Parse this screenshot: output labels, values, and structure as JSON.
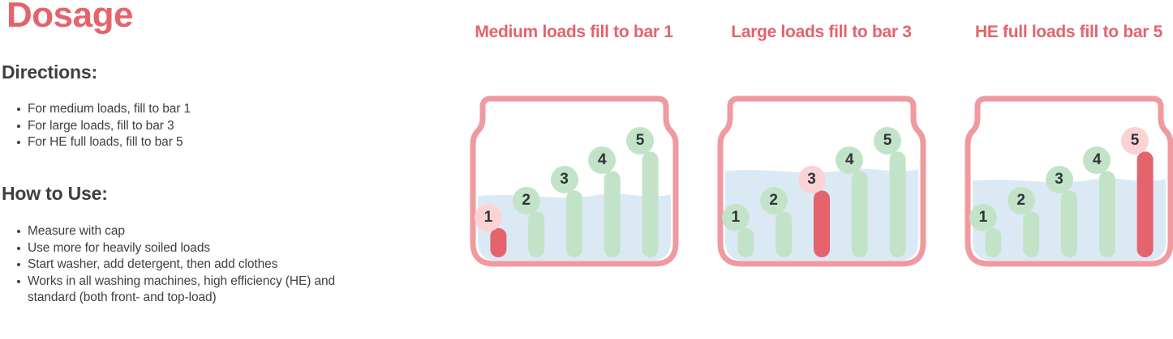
{
  "page": {
    "title": "Dosage",
    "title_color": "#e4636c",
    "text_color": "#3f3f40",
    "background": "#ffffff"
  },
  "directions": {
    "heading": "Directions:",
    "items": [
      "For medium loads, fill to bar 1",
      "For large loads, fill to bar 3",
      "For HE full loads, fill to bar 5"
    ]
  },
  "how_to_use": {
    "heading": "How to Use:",
    "items": [
      "Measure with cap",
      "Use more for heavily soiled loads",
      "Start washer, add detergent, then add clothes",
      "Works in all washing machines, high efficiency (HE) and standard (both front- and top-load)"
    ]
  },
  "colors": {
    "coral": "#e4636c",
    "cup_outline": "#f09a9f",
    "liquid": "#dbe9f5",
    "bar_green": "#c3e3c8",
    "bar_red": "#e4636c",
    "badge_green": "#c3e3c8",
    "badge_pink": "#fbd3d5",
    "badge_text": "#2f3436"
  },
  "panels": [
    {
      "id": "medium-loads",
      "title": "Medium loads fill to bar 1",
      "fill_to_bar": 1,
      "liquid_level_pct": 44,
      "bars": [
        {
          "label": "1",
          "height_pct": 21,
          "highlighted": true
        },
        {
          "label": "2",
          "height_pct": 33,
          "highlighted": false
        },
        {
          "label": "3",
          "height_pct": 48,
          "highlighted": false
        },
        {
          "label": "4",
          "height_pct": 62,
          "highlighted": false
        },
        {
          "label": "5",
          "height_pct": 76,
          "highlighted": false
        }
      ]
    },
    {
      "id": "large-loads",
      "title": "Large loads fill to bar 3",
      "fill_to_bar": 3,
      "liquid_level_pct": 62,
      "bars": [
        {
          "label": "1",
          "height_pct": 21,
          "highlighted": false
        },
        {
          "label": "2",
          "height_pct": 33,
          "highlighted": false
        },
        {
          "label": "3",
          "height_pct": 48,
          "highlighted": true
        },
        {
          "label": "4",
          "height_pct": 62,
          "highlighted": false
        },
        {
          "label": "5",
          "height_pct": 76,
          "highlighted": false
        }
      ]
    },
    {
      "id": "he-full-loads",
      "title": "HE full loads fill to bar 5",
      "fill_to_bar": 5,
      "liquid_level_pct": 55,
      "bars": [
        {
          "label": "1",
          "height_pct": 21,
          "highlighted": false
        },
        {
          "label": "2",
          "height_pct": 33,
          "highlighted": false
        },
        {
          "label": "3",
          "height_pct": 48,
          "highlighted": false
        },
        {
          "label": "4",
          "height_pct": 62,
          "highlighted": false
        },
        {
          "label": "5",
          "height_pct": 76,
          "highlighted": true
        }
      ]
    }
  ]
}
